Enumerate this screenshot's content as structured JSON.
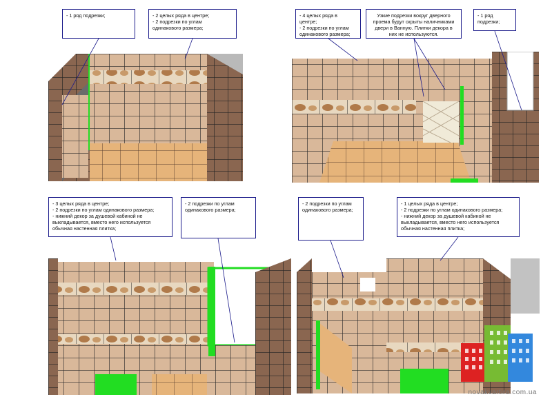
{
  "panels": [
    {
      "callouts": [
        {
          "text": "- 1 ряд подрезки;"
        },
        {
          "text": "- 2 целых ряда в центре;\n- 2 подрезки по углам\nодинакового размера;"
        }
      ]
    },
    {
      "callouts": [
        {
          "text": "- 4 целых ряда в\nцентре;\n- 2 подрезки по углам\nодинакового размера;"
        },
        {
          "text": "Узкие подрезки вокруг дверного\nпроема будут скрыты наличниками\nдвери в Ванную.  Плитки декора в\nних не используются."
        },
        {
          "text": "- 1 ряд\nподрезки;"
        }
      ]
    },
    {
      "callouts": [
        {
          "text": "- 3 целых ряда в центре;\n- 2 подрезки по углам одинакового размера;\n- нижний декор за душевой кабиной не\nвыкладывается, вместо него используется\nобычная настенная плитка;"
        },
        {
          "text": "- 2 подрезки по углам\nодинакового размера;"
        }
      ]
    },
    {
      "callouts": [
        {
          "text": "- 2 подрезки по углам\nодинакового размера;"
        },
        {
          "text": "- 1 целых ряда в центре;\n- 2 подрезки по углам одинакового размера;\n- нижний декор за душевой кабиной не\nвыкладывается, вместо него используется\nобычная настенная плитка;"
        }
      ]
    }
  ],
  "watermark": "novakvartira.com.ua",
  "colors": {
    "tile": "#d9b89a",
    "tile_dark": "#8e6a52",
    "grout": "#2a2a2a",
    "floor": "#e2b27a",
    "green": "#22dd22",
    "callout_border": "#1a1a8a"
  }
}
